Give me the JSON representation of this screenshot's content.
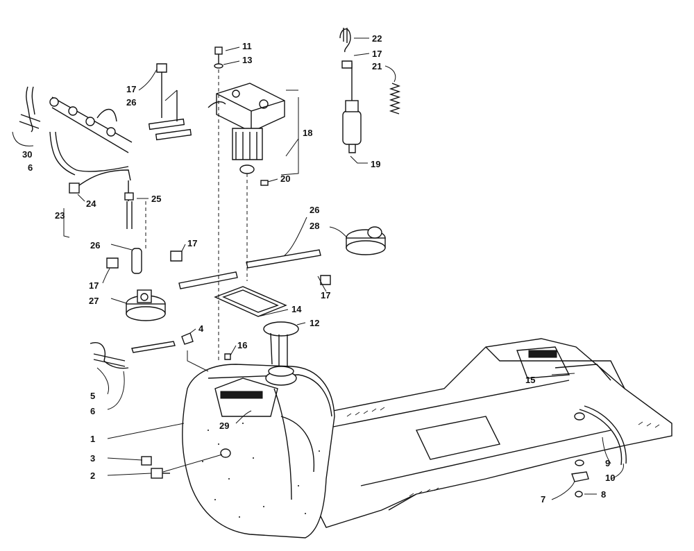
{
  "callouts": [
    {
      "id": "c11",
      "text": "11"
    },
    {
      "id": "c13",
      "text": "13"
    },
    {
      "id": "c22",
      "text": "22"
    },
    {
      "id": "c17a",
      "text": "17"
    },
    {
      "id": "c21",
      "text": "21"
    },
    {
      "id": "c17b",
      "text": "17"
    },
    {
      "id": "c26a",
      "text": "26"
    },
    {
      "id": "c18",
      "text": "18"
    },
    {
      "id": "c19",
      "text": "19"
    },
    {
      "id": "c20",
      "text": "20"
    },
    {
      "id": "c30",
      "text": "30"
    },
    {
      "id": "c6a",
      "text": "6"
    },
    {
      "id": "c25",
      "text": "25"
    },
    {
      "id": "c24",
      "text": "24"
    },
    {
      "id": "c23",
      "text": "23"
    },
    {
      "id": "c26b",
      "text": "26"
    },
    {
      "id": "c28",
      "text": "28"
    },
    {
      "id": "c26c",
      "text": "26"
    },
    {
      "id": "c17c",
      "text": "17"
    },
    {
      "id": "c17d",
      "text": "17"
    },
    {
      "id": "c17e",
      "text": "17"
    },
    {
      "id": "c27",
      "text": "27"
    },
    {
      "id": "c14",
      "text": "14"
    },
    {
      "id": "c12",
      "text": "12"
    },
    {
      "id": "c4",
      "text": "4"
    },
    {
      "id": "c16",
      "text": "16"
    },
    {
      "id": "c15",
      "text": "15"
    },
    {
      "id": "c5",
      "text": "5"
    },
    {
      "id": "c6b",
      "text": "6"
    },
    {
      "id": "c29",
      "text": "29"
    },
    {
      "id": "c1",
      "text": "1"
    },
    {
      "id": "c3",
      "text": "3"
    },
    {
      "id": "c2",
      "text": "2"
    },
    {
      "id": "c9",
      "text": "9"
    },
    {
      "id": "c10",
      "text": "10"
    },
    {
      "id": "c7",
      "text": "7"
    },
    {
      "id": "c8",
      "text": "8"
    }
  ]
}
